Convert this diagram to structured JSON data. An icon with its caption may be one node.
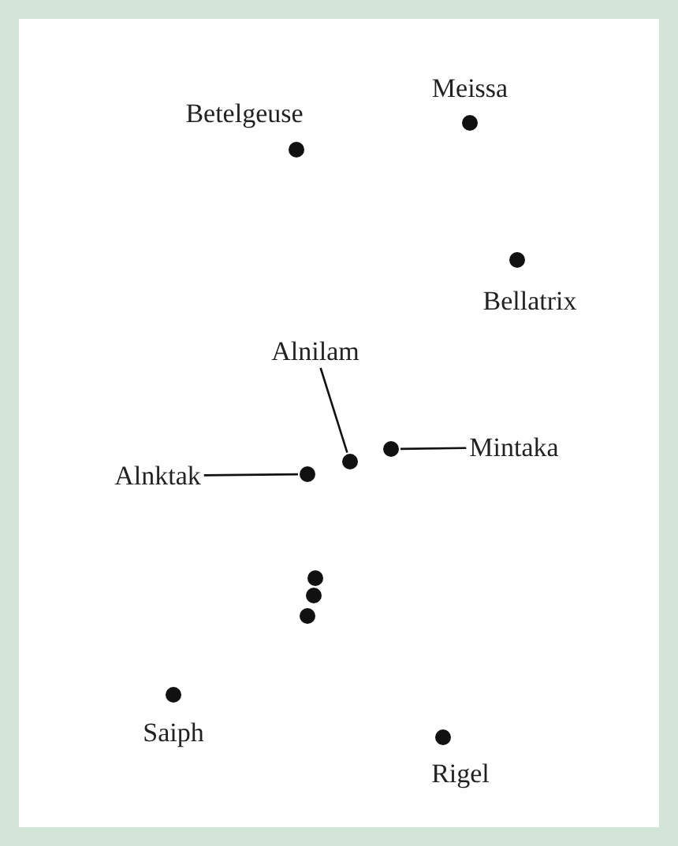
{
  "diagram": {
    "nodes": [
      {
        "text": [],
        "shape": "circle",
        "beside": [
          "Betelgeuse"
        ]
      },
      {
        "text": [],
        "shape": "circle",
        "beside": [
          "Meissa"
        ]
      },
      {
        "text": [],
        "shape": "circle",
        "beside": [
          "Bellatrix"
        ]
      },
      {
        "text": [
          "Alnilam"
        ]
      },
      {
        "text": [],
        "shape": "circle"
      },
      {
        "text": [],
        "shape": "circle"
      },
      {
        "text": [
          "Mintaka"
        ]
      },
      {
        "text": [
          "Alnktak"
        ]
      },
      {
        "text": [],
        "shape": "circle"
      },
      {
        "text": [],
        "shape": "circle"
      },
      {
        "text": [],
        "shape": "circle"
      },
      {
        "text": [],
        "shape": "circle"
      },
      {
        "text": [],
        "shape": "circle",
        "beside": [
          "Saiph"
        ]
      },
      {
        "text": [],
        "shape": "circle",
        "beside": [
          "Rigel"
        ]
      }
    ],
    "edges": [
      {
        "from": 3,
        "to": 4,
        "arrow": "none"
      },
      {
        "from": 6,
        "to": 5,
        "arrow": "none"
      },
      {
        "from": 7,
        "to": 8,
        "arrow": "none"
      }
    ]
  }
}
